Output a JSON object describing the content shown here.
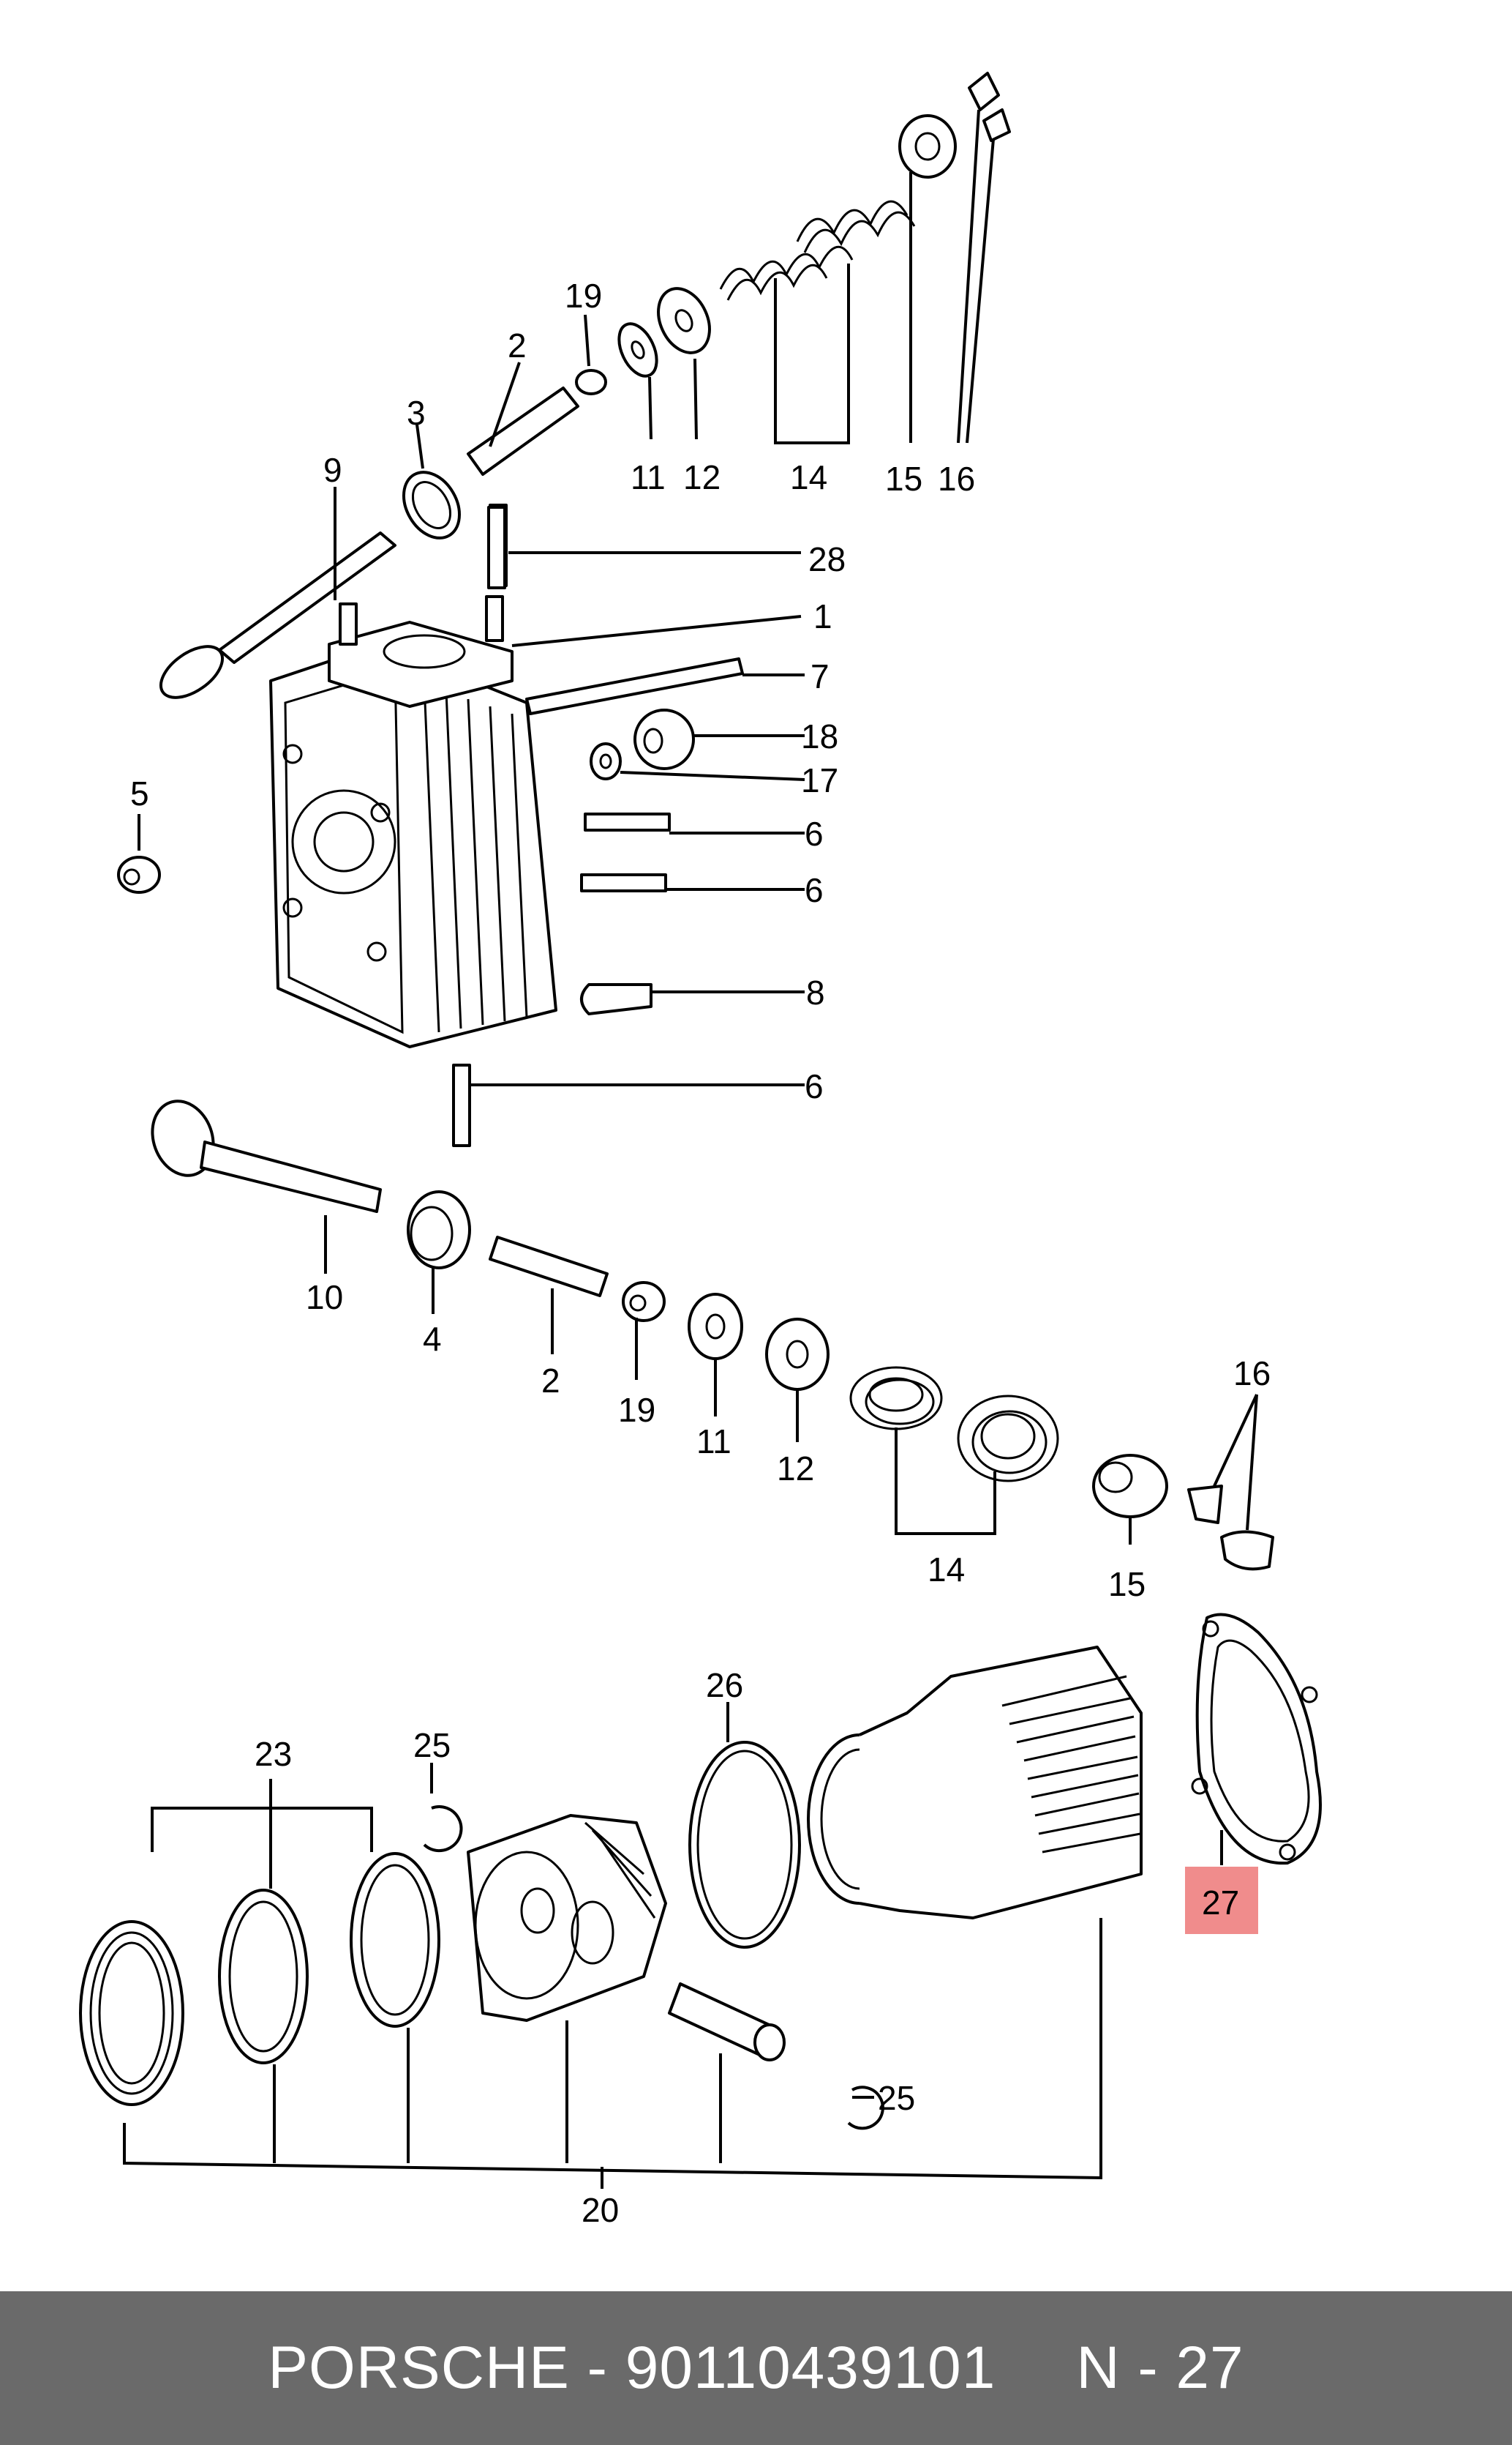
{
  "labels": {
    "l1": "1",
    "l2a": "2",
    "l2b": "2",
    "l3": "3",
    "l4": "4",
    "l5": "5",
    "l6a": "6",
    "l6b": "6",
    "l6c": "6",
    "l7": "7",
    "l8": "8",
    "l9": "9",
    "l10": "10",
    "l11a": "11",
    "l11b": "11",
    "l12a": "12",
    "l12b": "12",
    "l14a": "14",
    "l14b": "14",
    "l15a": "15",
    "l15b": "15",
    "l16a": "16",
    "l16b": "16",
    "l17": "17",
    "l18": "18",
    "l19a": "19",
    "l19b": "19",
    "l20": "20",
    "l23": "23",
    "l25a": "25",
    "l25b": "25",
    "l26": "26",
    "l27": "27",
    "l28": "28"
  },
  "highlight": {
    "label": "27",
    "color": "#f08c8c"
  },
  "caption": {
    "brand": "PORSCHE - 90110439101",
    "ref": "N - 27"
  },
  "colors": {
    "caption_bg": "#6a6a6a",
    "caption_text": "#ffffff"
  }
}
